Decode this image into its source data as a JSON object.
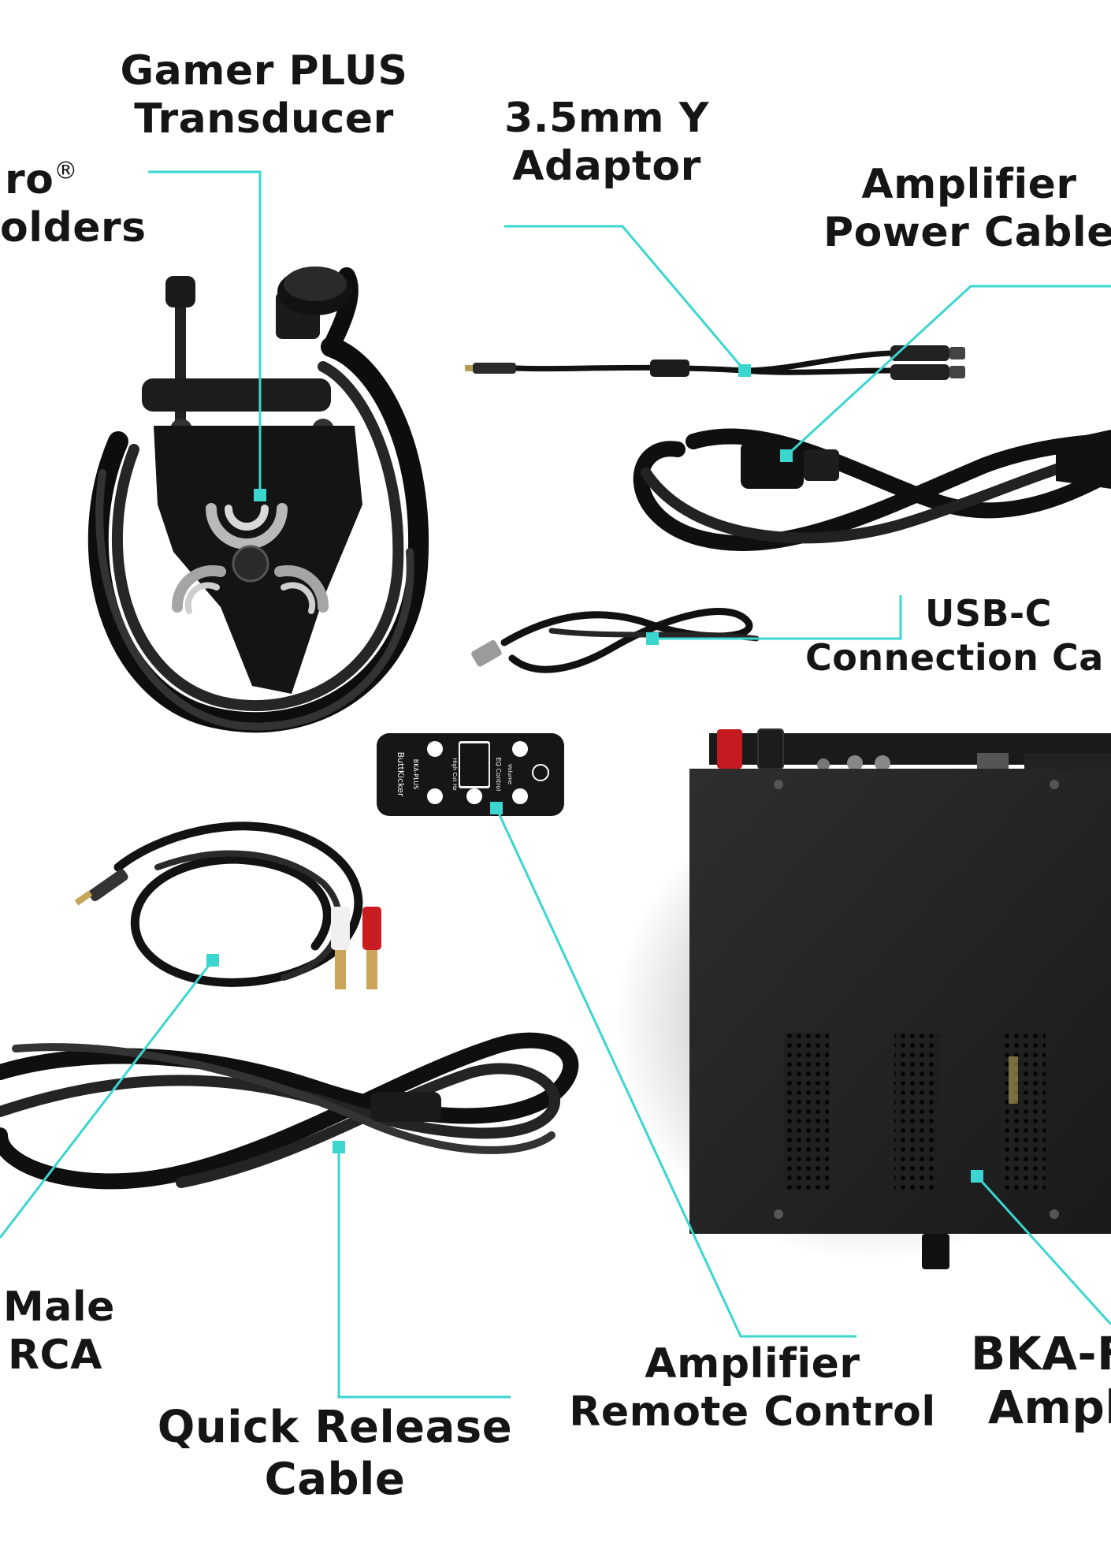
{
  "labels": {
    "transducer": {
      "line1": "Gamer PLUS",
      "line2": "Transducer"
    },
    "holders": {
      "line1": "ro",
      "reg": "®",
      "line2": "olders"
    },
    "y_adaptor": {
      "line1": "3.5mm Y",
      "line2": "Adaptor"
    },
    "power_cable": {
      "line1": "Amplifier",
      "line2": "Power Cable"
    },
    "usb_cable": {
      "line1": "USB-C",
      "line2": "Connection Ca"
    },
    "rca_cable": {
      "line1": "Male",
      "line2": "RCA"
    },
    "quick_release": {
      "line1": "Quick Release",
      "line2": "Cable"
    },
    "remote": {
      "line1": "Amplifier",
      "line2": "Remote Control"
    },
    "amplifier": {
      "line1": "BKA-F",
      "line2": "Ampl"
    }
  },
  "remote_text": {
    "brand": "ButtKicker",
    "model": "BKA-PLUS",
    "eq": "EQ Control",
    "highcut": "High Cut Hz",
    "volume": "Volume"
  },
  "colors": {
    "accent": "#3ad6cf",
    "text": "#151515",
    "background": "#ffffff"
  }
}
